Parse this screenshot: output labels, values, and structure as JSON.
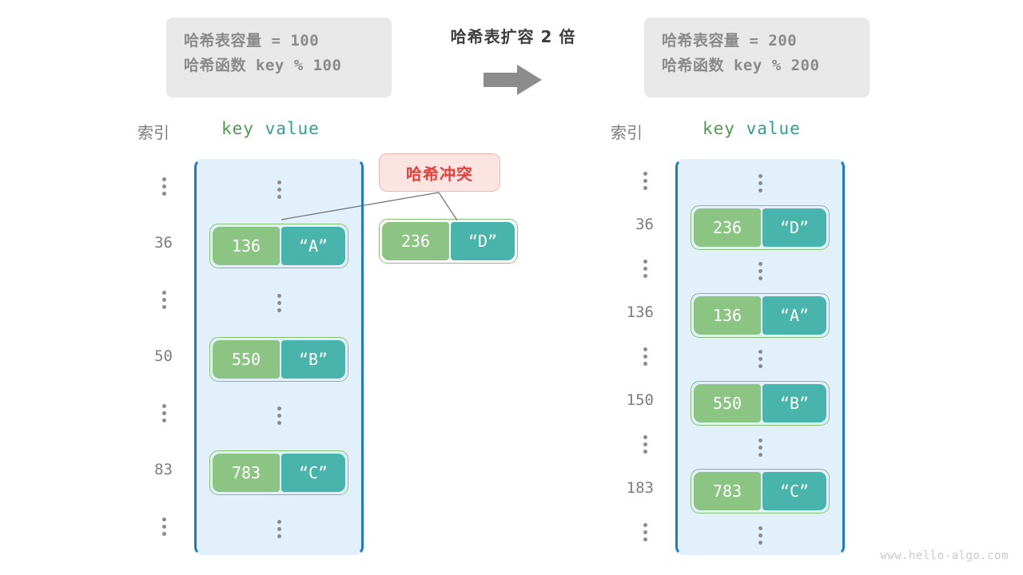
{
  "center": {
    "title": "哈希表扩容 2 倍",
    "arrow_icon": "right-arrow-icon"
  },
  "left_panel": {
    "info": {
      "capacity_line": "哈希表容量 = 100",
      "hash_fn_line": "哈希函数 key % 100"
    },
    "headers": {
      "index": "索引",
      "key": "key",
      "value": "value"
    },
    "rows": [
      {
        "type": "dots",
        "index": "",
        "key": "",
        "value": ""
      },
      {
        "type": "entry",
        "index": "36",
        "key": "136",
        "value": "“A”"
      },
      {
        "type": "dots",
        "index": "",
        "key": "",
        "value": ""
      },
      {
        "type": "entry",
        "index": "50",
        "key": "550",
        "value": "“B”"
      },
      {
        "type": "dots",
        "index": "",
        "key": "",
        "value": ""
      },
      {
        "type": "entry",
        "index": "83",
        "key": "783",
        "value": "“C”"
      },
      {
        "type": "dots",
        "index": "",
        "key": "",
        "value": ""
      }
    ],
    "collision": {
      "label": "哈希冲突",
      "colliding_pair": {
        "key": "236",
        "value": "“D”"
      }
    }
  },
  "right_panel": {
    "info": {
      "capacity_line": "哈希表容量 = 200",
      "hash_fn_line": "哈希函数 key % 200"
    },
    "headers": {
      "index": "索引",
      "key": "key",
      "value": "value"
    },
    "rows": [
      {
        "type": "dots",
        "index": "",
        "key": "",
        "value": ""
      },
      {
        "type": "entry",
        "index": "36",
        "key": "236",
        "value": "“D”"
      },
      {
        "type": "dots",
        "index": "",
        "key": "",
        "value": ""
      },
      {
        "type": "entry",
        "index": "136",
        "key": "136",
        "value": "“A”"
      },
      {
        "type": "dots",
        "index": "",
        "key": "",
        "value": ""
      },
      {
        "type": "entry",
        "index": "150",
        "key": "550",
        "value": "“B”"
      },
      {
        "type": "dots",
        "index": "",
        "key": "",
        "value": ""
      },
      {
        "type": "entry",
        "index": "183",
        "key": "783",
        "value": "“C”"
      },
      {
        "type": "dots",
        "index": "",
        "key": "",
        "value": ""
      }
    ]
  },
  "watermark": "www.hello-algo.com",
  "colors": {
    "key_cell": "#8cc484",
    "value_cell": "#48b4ac",
    "table_bg": "#e2f0fb",
    "table_border": "#1f7bc1",
    "badge_bg": "#fbe4e2",
    "badge_text": "#e0413a",
    "info_bg": "#e8e8e8",
    "arrow": "#8c8c8c"
  }
}
